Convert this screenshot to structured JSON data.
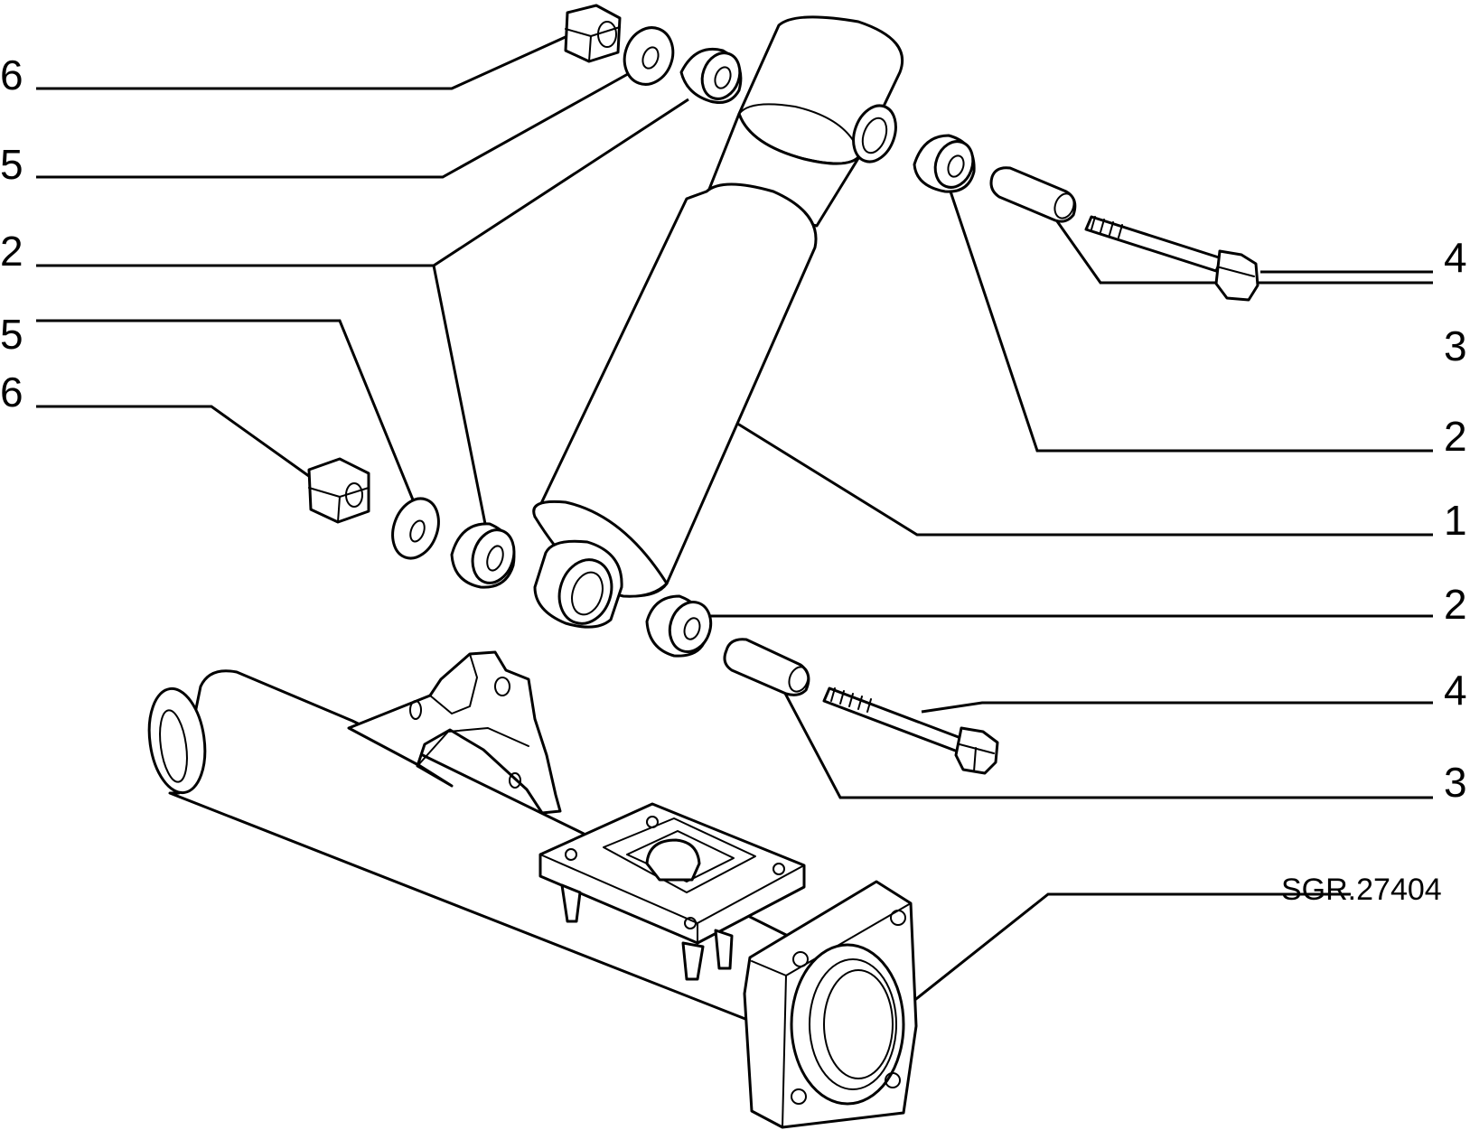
{
  "labels_left": [
    "6",
    "5",
    "2",
    "5",
    "6"
  ],
  "labels_right": [
    "4",
    "3",
    "2",
    "1",
    "2",
    "4",
    "3"
  ],
  "drawing_code": "SGR.27404"
}
